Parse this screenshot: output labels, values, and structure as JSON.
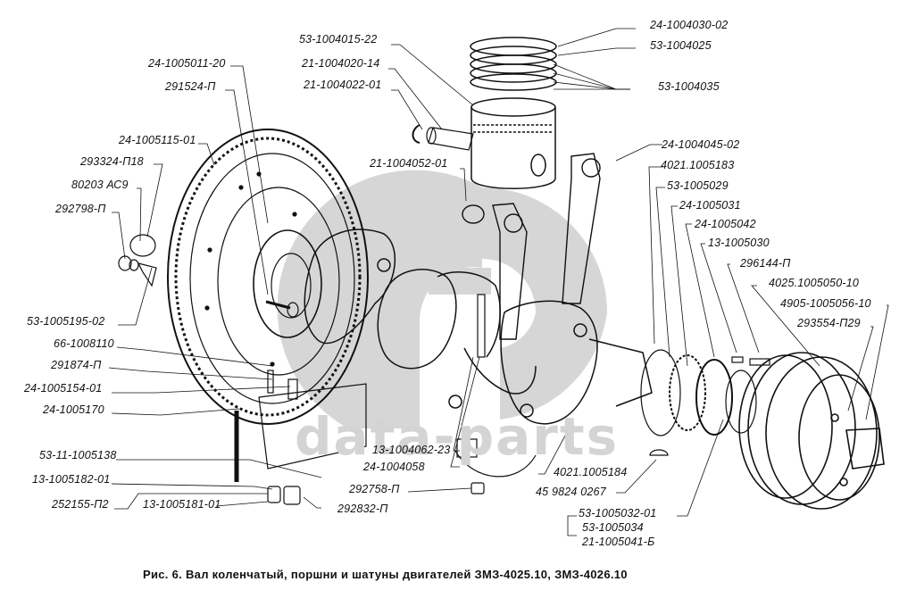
{
  "figure": {
    "caption": "Рис. 6. Вал коленчатый, поршни и шатуны двигателей ЗМЗ-4025.10, ЗМЗ-4026.10",
    "watermark_text": "data-parts",
    "line_color": "#111111",
    "watermark_color": "#d4d4d4",
    "background": "#ffffff"
  },
  "labels": {
    "top_center": [
      "53-1004015-22",
      "21-1004020-14",
      "21-1004022-01",
      "21-1004052-01"
    ],
    "top_right": [
      "24-1004030-02",
      "53-1004025",
      "53-1004035"
    ],
    "left": [
      "24-1005011-20",
      "291524-П",
      "24-1005115-01",
      "293324-П18",
      "80203 АС9",
      "292798-П",
      "53-1005195-02",
      "66-1008110",
      "291874-П",
      "24-1005154-01",
      "24-1005170",
      "53-11-1005138",
      "13-1005182-01",
      "252155-П2",
      "13-1005181-01",
      "292832-П"
    ],
    "right": [
      "24-1004045-02",
      "4021.1005183",
      "53-1005029",
      "24-1005031",
      "24-1005042",
      "13-1005030",
      "296144-П",
      "4025.1005050-10",
      "4905-1005056-10",
      "293554-П29"
    ],
    "bottom_center": [
      "13-1004062-23",
      "24-1004058",
      "292758-П",
      "4021.1005184",
      "45 9824 0267",
      "53-1005032-01",
      "53-1005034",
      "21-1005041-Б"
    ]
  }
}
